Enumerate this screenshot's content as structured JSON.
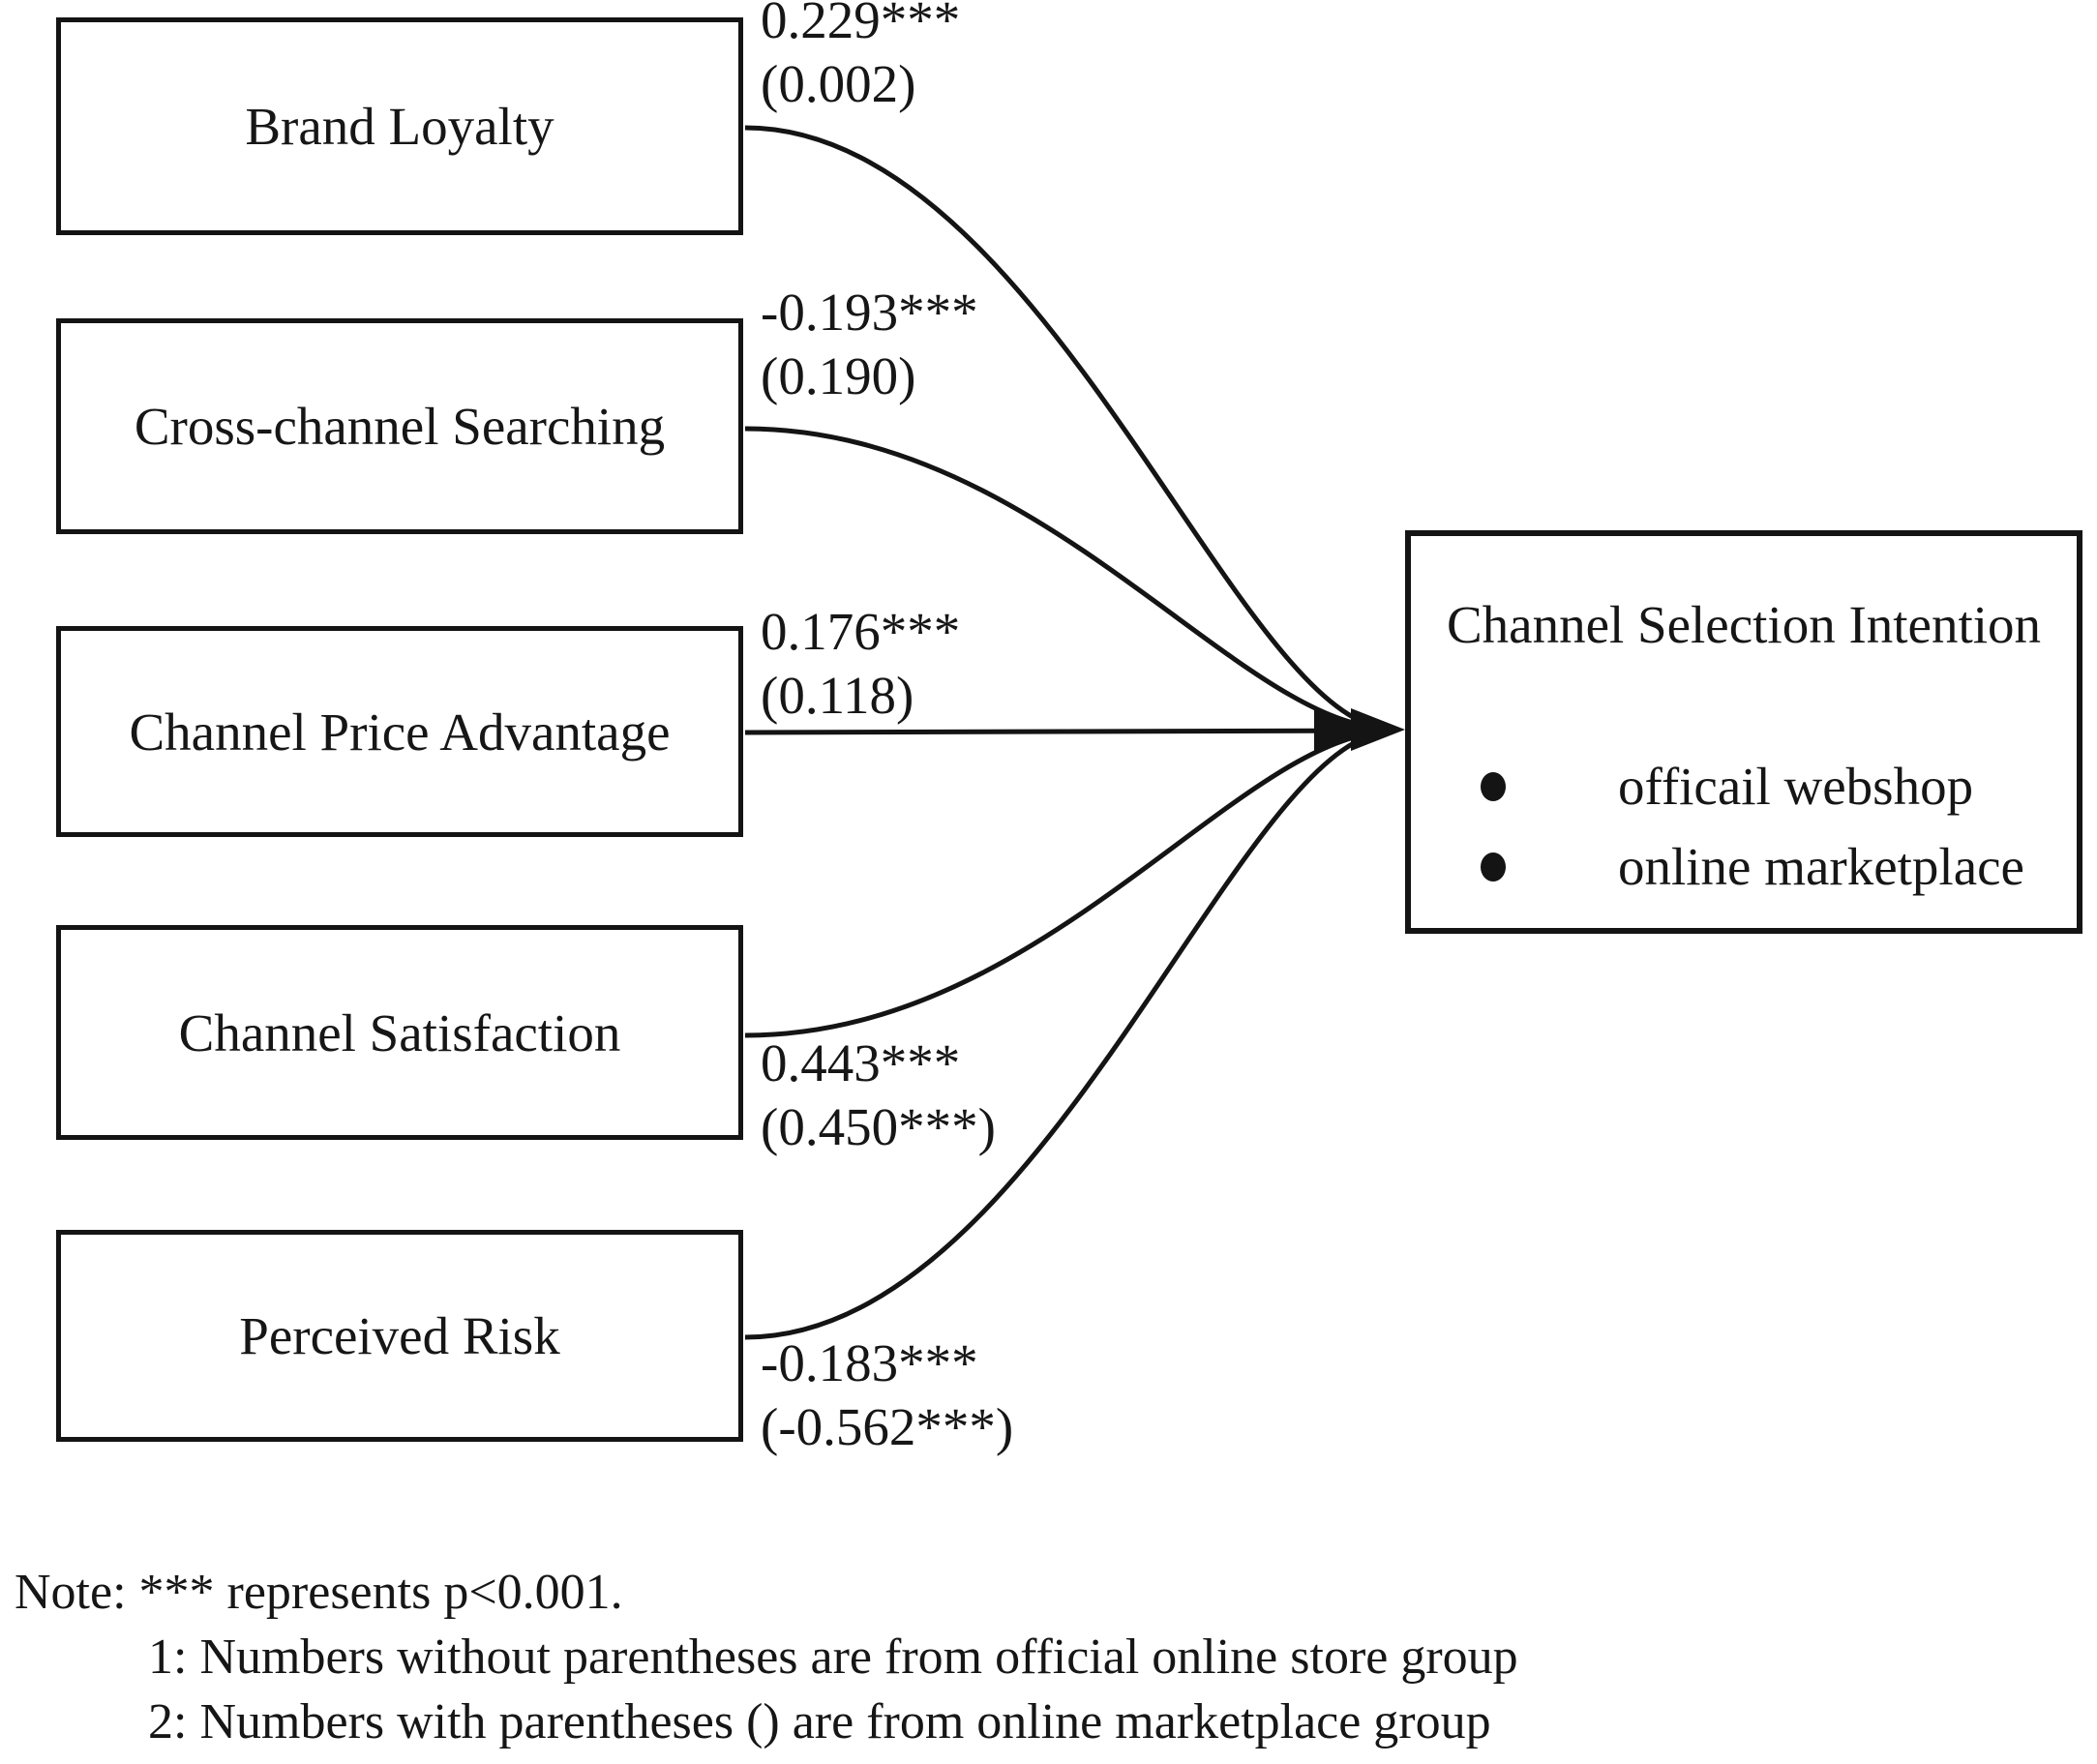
{
  "diagram": {
    "boxes": [
      {
        "label": "Brand Loyalty"
      },
      {
        "label": "Cross-channel Searching"
      },
      {
        "label": "Channel Price Advantage"
      },
      {
        "label": "Channel Satisfaction"
      },
      {
        "label": "Perceived Risk"
      }
    ],
    "paths": [
      {
        "from": "Brand Loyalty",
        "coefficient": "0.229***",
        "paren": "(0.002)"
      },
      {
        "from": "Cross-channel Searching",
        "coefficient": "-0.193***",
        "paren": "(0.190)"
      },
      {
        "from": "Channel Price Advantage",
        "coefficient": "0.176***",
        "paren": "(0.118)"
      },
      {
        "from": "Channel Satisfaction",
        "coefficient": "0.443***",
        "paren": "(0.450***)"
      },
      {
        "from": "Perceived Risk",
        "coefficient": "-0.183***",
        "paren": "(-0.562***)"
      }
    ],
    "outcome": {
      "title": "Channel Selection Intention",
      "bullets": [
        "officail webshop",
        "online marketplace"
      ]
    },
    "line_color": "#141414"
  },
  "note": {
    "line1": "Note: *** represents p<0.001.",
    "line2": "1: Numbers without parentheses are from official online store group",
    "line3": "2: Numbers with parentheses () are from online marketplace group"
  }
}
